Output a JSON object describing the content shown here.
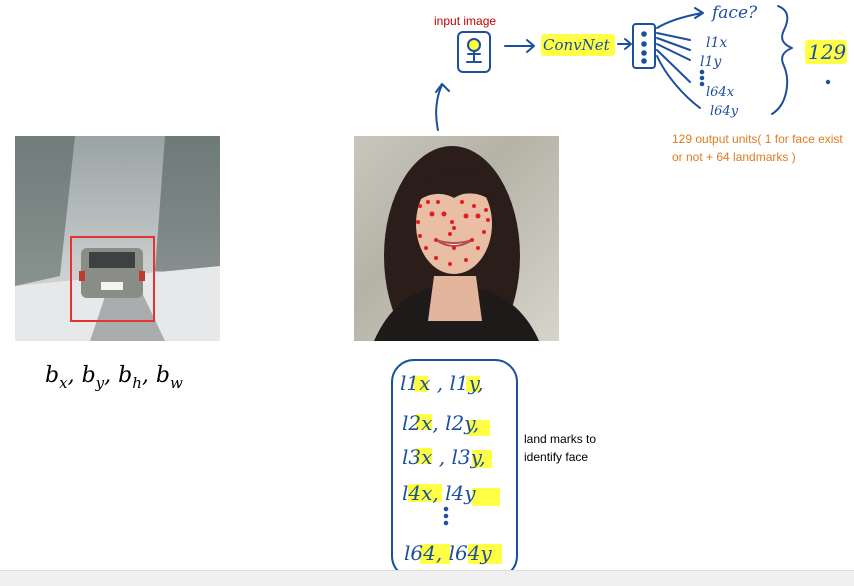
{
  "annotations": {
    "input_image": "input image",
    "convnet": "ConvNet",
    "face": "face?",
    "l1x": "l1x",
    "l1y": "l1y",
    "l64x": "l64x",
    "l64y": "l64y",
    "count": "129",
    "output_units": "129 output units( 1 for face exist or not + 64 landmarks )",
    "landmarks_note": "land marks to identify face"
  },
  "bbox_formula": {
    "b": "b",
    "subs": [
      "x",
      "y",
      "h",
      "w"
    ]
  },
  "landmark_box": {
    "rows": [
      "l1x , l1y,",
      "l2x, l2y,",
      "l3x , l3y,",
      "l4x, l4y",
      "l64, l64y"
    ]
  },
  "colors": {
    "ink": "#1c4f9c",
    "highlight": "#ffff3c",
    "input_label": "#c00000",
    "output_units": "#e07b22",
    "box_red": "#e53333",
    "landmark_dots": "#e02020"
  }
}
